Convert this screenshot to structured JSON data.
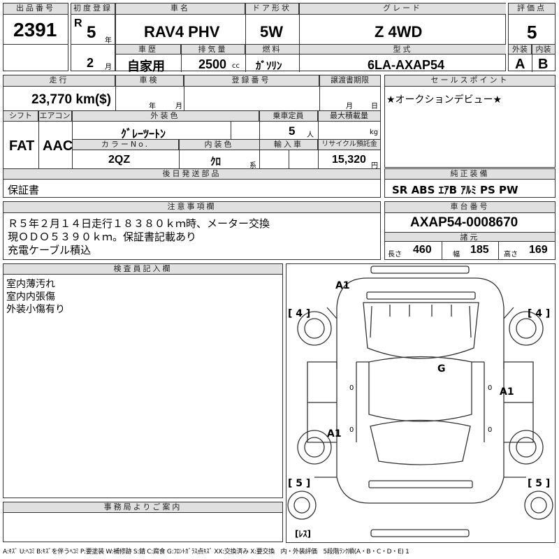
{
  "header_row": {
    "lot_label": "出品番号",
    "lot_number": "2391",
    "first_reg_label": "初度登録",
    "era": "R",
    "year_value": "5",
    "year_unit": "年",
    "month_value": "2",
    "month_unit": "月",
    "car_name_label": "車名",
    "car_name": "RAV4 PHV",
    "door_label": "ドア形状",
    "door": "5W",
    "grade_label": "グレード",
    "grade": "Z 4WD",
    "score_label": "評価点",
    "score": "5",
    "history_label": "車歴",
    "history": "自家用",
    "displacement_label": "排気量",
    "displacement": "2500",
    "displacement_unit": "cc",
    "fuel_label": "燃料",
    "fuel": "ｶﾞｿﾘﾝ",
    "model_label": "型式",
    "model": "6LA-AXAP54",
    "exterior_label": "外装",
    "exterior_grade": "A",
    "interior_label": "内装",
    "interior_grade": "B"
  },
  "details": {
    "mileage_label": "走行",
    "mileage": "23,770 km($)",
    "inspection_label": "車検",
    "inspection_year_unit": "年",
    "inspection_month_unit": "月",
    "registration_label": "登録番号",
    "transfer_label": "譲渡書期限",
    "transfer_month_unit": "月",
    "transfer_day_unit": "日",
    "shift_label": "シフト",
    "shift": "FAT",
    "ac_label": "エアコン",
    "ac": "AAC",
    "color_label": "外装色",
    "color": "ｸﾞﾚｰﾂｰﾄﾝ",
    "capacity_label": "乗車定員",
    "capacity": "5",
    "capacity_unit": "人",
    "max_load_label": "最大積載量",
    "max_load_unit": "kg",
    "color_no_label": "カラーNo.",
    "color_no": "2QZ",
    "interior_color_label": "内装色",
    "interior_color": "ｸﾛ",
    "interior_color_unit": "系",
    "import_label": "輸入車",
    "recycle_label": "リサイクル預託金",
    "recycle": "15,320",
    "recycle_unit": "円",
    "later_items_label": "後日発送部品",
    "later_items": "保証書"
  },
  "sales_point": {
    "label": "セールスポイント",
    "text": "★オークションデビュー★"
  },
  "equipment": {
    "label": "純正装備",
    "text": "SR  ABS  ｴｱB  ｱﾙﾐ  PS  PW"
  },
  "notes": {
    "label": "注意事項欄",
    "lines": [
      "Ｒ５年２月１４日走行１８３８０ｋｍ時、メーター交換",
      "現ＯＤＯ５３９０ｋｍ。保証書記載あり",
      "充電ケーブル積込"
    ]
  },
  "chassis": {
    "label": "車台番号",
    "number": "AXAP54-0008670",
    "specs_label": "諸元",
    "length_label": "長さ",
    "length": "460",
    "width_label": "幅",
    "width": "185",
    "height_label": "高さ",
    "height": "169"
  },
  "inspector": {
    "label": "検査員記入欄",
    "lines": [
      "室内薄汚れ",
      "室内内張傷",
      "外装小傷有り"
    ]
  },
  "office": {
    "label": "事務局よりご案内"
  },
  "diagram": {
    "marks": {
      "a1_top": "A1",
      "g": "G",
      "a1_right": "A1",
      "a1_left": "A1",
      "zero_left": "0",
      "zero_right": "0",
      "zero_right2": "0",
      "zero_left2": "0"
    },
    "tires": {
      "front_left": "[ 4 ]",
      "front_right": "[ 4 ]",
      "rear_left": "[ 5 ]",
      "rear_right": "[ 5 ]",
      "spare": "[ﾚｽ]"
    }
  },
  "legend": "A:ｷｽﾞ U:ﾍｺﾐ B:ｷｽﾞを伴うﾍｺﾐ P:要塗装 W:補修跡 S:錆 C:腐食 G:ﾌﾛﾝﾄｶﾞﾗｽ点ｷｽﾞ XX:交換済み X:要交換　内・外装評価　5段階ﾗﾝｸ順(A・B・C・D・E) 1"
}
